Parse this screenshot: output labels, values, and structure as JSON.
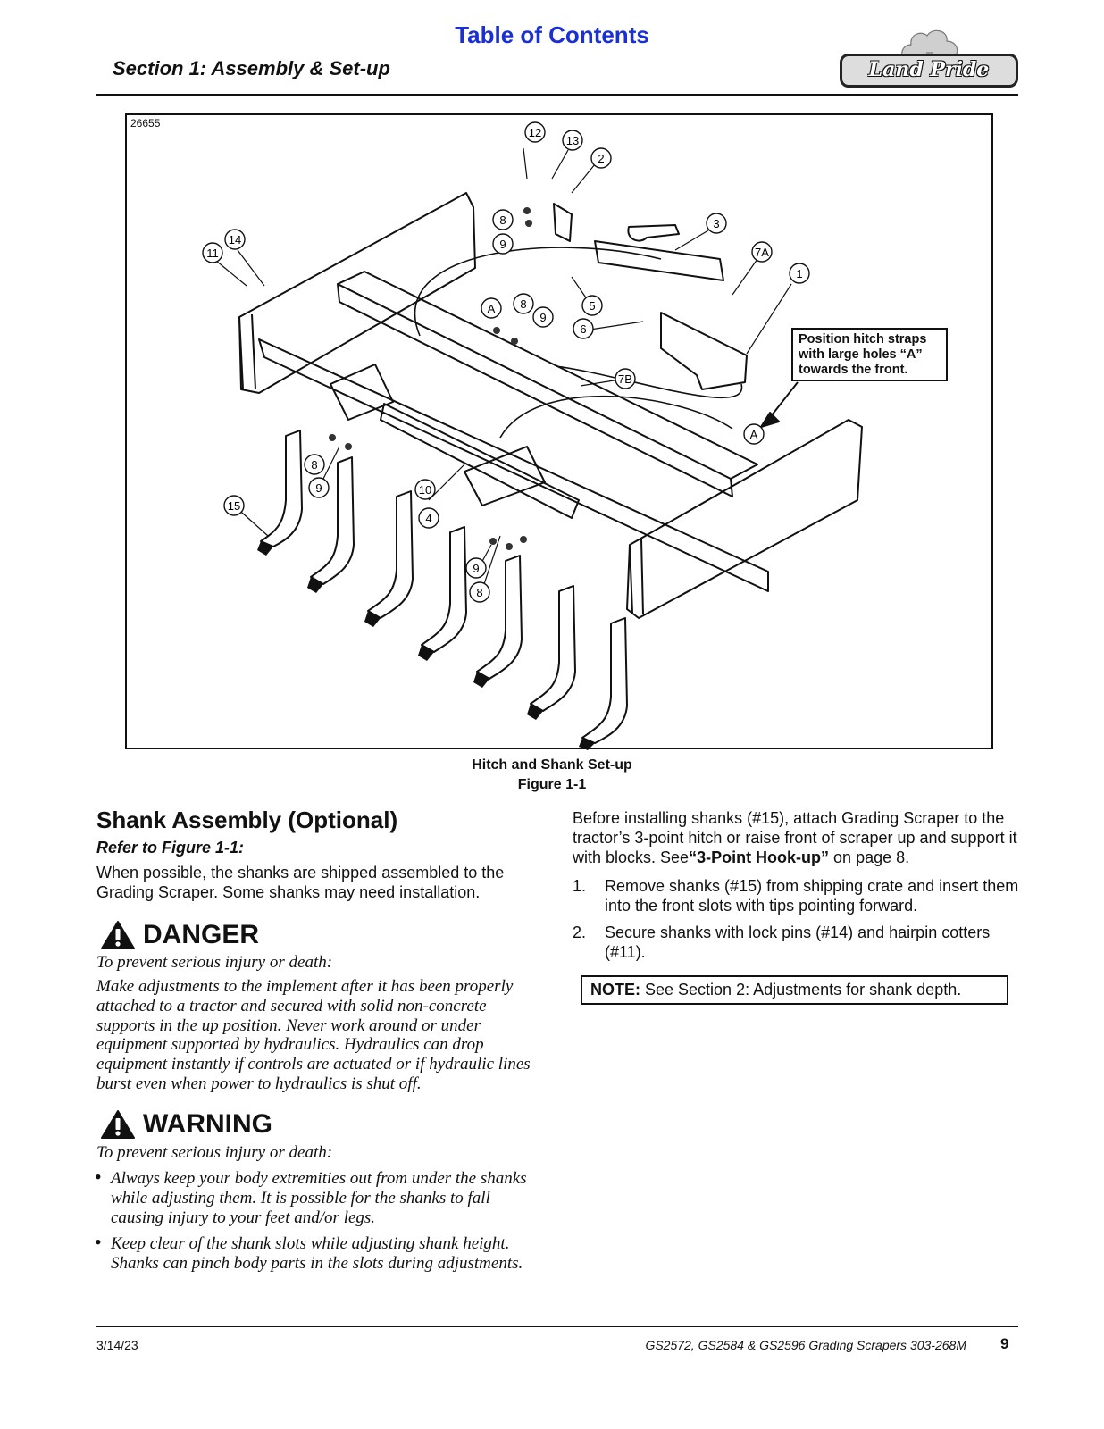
{
  "header": {
    "toc_link": "Table of Contents",
    "section_title": "Section 1:  Assembly & Set-up",
    "logo_text": "Land Pride"
  },
  "figure": {
    "drawing_id": "26655",
    "callout": "Position hitch straps with large holes “A” towards the front.",
    "caption_title": "Hitch and Shank Set-up",
    "caption_label": "Figure 1-1",
    "part_labels": [
      "12",
      "13",
      "2",
      "8",
      "9",
      "3",
      "7A",
      "11",
      "14",
      "1",
      "A",
      "8",
      "9",
      "5",
      "6",
      "7B",
      "A",
      "8",
      "9",
      "10",
      "4",
      "15",
      "9",
      "8"
    ]
  },
  "left_column": {
    "heading": "Shank Assembly (Optional)",
    "refer": "Refer to Figure 1-1:",
    "intro": "When possible, the shanks are shipped assembled to the Grading Scraper. Some shanks may need installation.",
    "danger": {
      "title": "DANGER",
      "lead": "To prevent serious injury or death:",
      "body": "Make adjustments to the implement after it has been properly attached to a tractor and secured with solid non-concrete supports in the up position. Never work around or under equipment supported by hydraulics. Hydraulics can drop equipment instantly if controls are actuated or if hydraulic lines burst even when power to hydraulics is shut off."
    },
    "warning": {
      "title": "WARNING",
      "lead": "To prevent serious injury or death:",
      "bullets": [
        "Always keep your body extremities out from under the shanks while adjusting them. It is possible for the shanks to fall causing injury to your feet and/or legs.",
        "Keep clear of the shank slots while adjusting shank height. Shanks can pinch body parts in the slots during adjustments."
      ]
    }
  },
  "right_column": {
    "intro_pre": "Before installing shanks (#15), attach Grading Scraper to the tractor’s 3-point hitch or raise front of scraper up and support it with blocks. See",
    "intro_link": "“3-Point Hook-up”",
    "intro_post": " on page 8.",
    "steps": [
      {
        "num": "1.",
        "text": "Remove shanks (#15) from shipping crate and insert them into the front slots with tips pointing forward."
      },
      {
        "num": "2.",
        "text": "Secure shanks with lock pins (#14) and hairpin cotters (#11)."
      }
    ],
    "note_label": "NOTE:",
    "note_text": " See Section 2: Adjustments for shank depth."
  },
  "footer": {
    "date": "3/14/23",
    "doc_title": "GS2572, GS2584 & GS2596 Grading Scrapers 303-268M",
    "page": "9"
  }
}
